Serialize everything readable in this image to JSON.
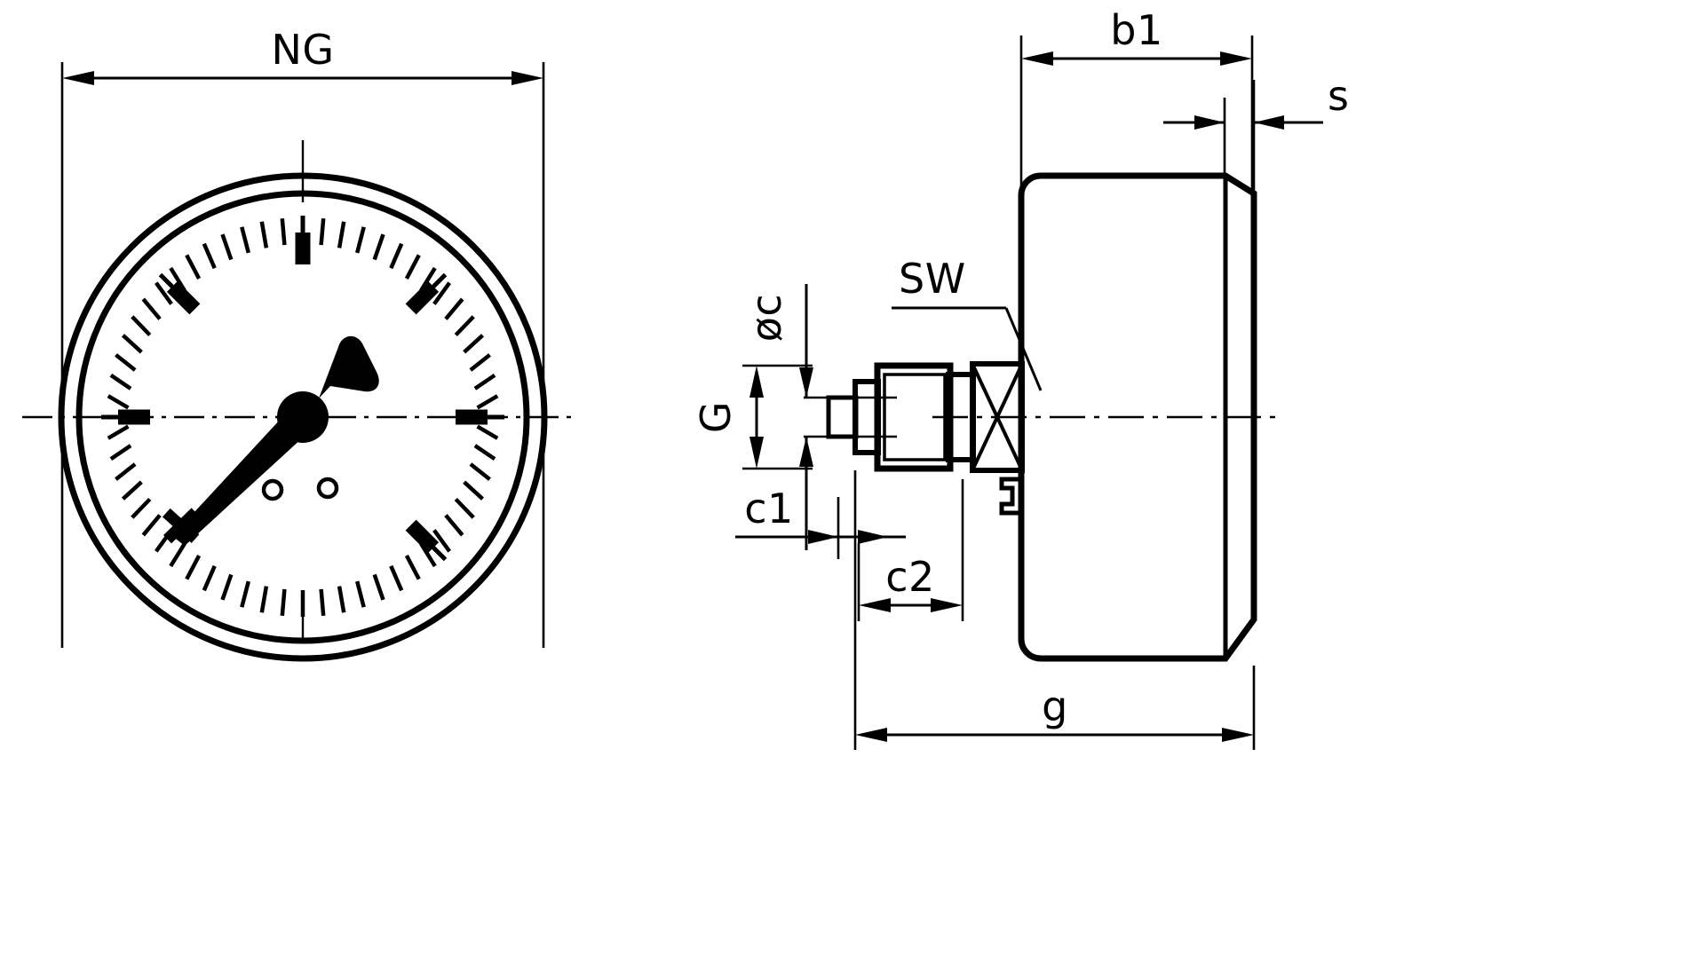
{
  "drawing": {
    "title": "Pressure gauge dimensional drawing",
    "line_color": "#000000",
    "background_color": "#ffffff",
    "views": {
      "front": {
        "name": "front-view",
        "description": "Gauge dial face seen from the front"
      },
      "side": {
        "name": "side-view",
        "description": "Gauge case seen from the side with process connection"
      }
    },
    "labels": {
      "ng": "NG",
      "b1": "b1",
      "s": "s",
      "g_lower": "g",
      "c1": "c1",
      "c2": "c2",
      "G": "G",
      "phi_c": "øc",
      "sw": "SW"
    },
    "dial": {
      "major_tick_count": 9,
      "minor_tick_count": 36,
      "pointer_angle_deg": 228,
      "screw_hole_count": 2
    }
  }
}
